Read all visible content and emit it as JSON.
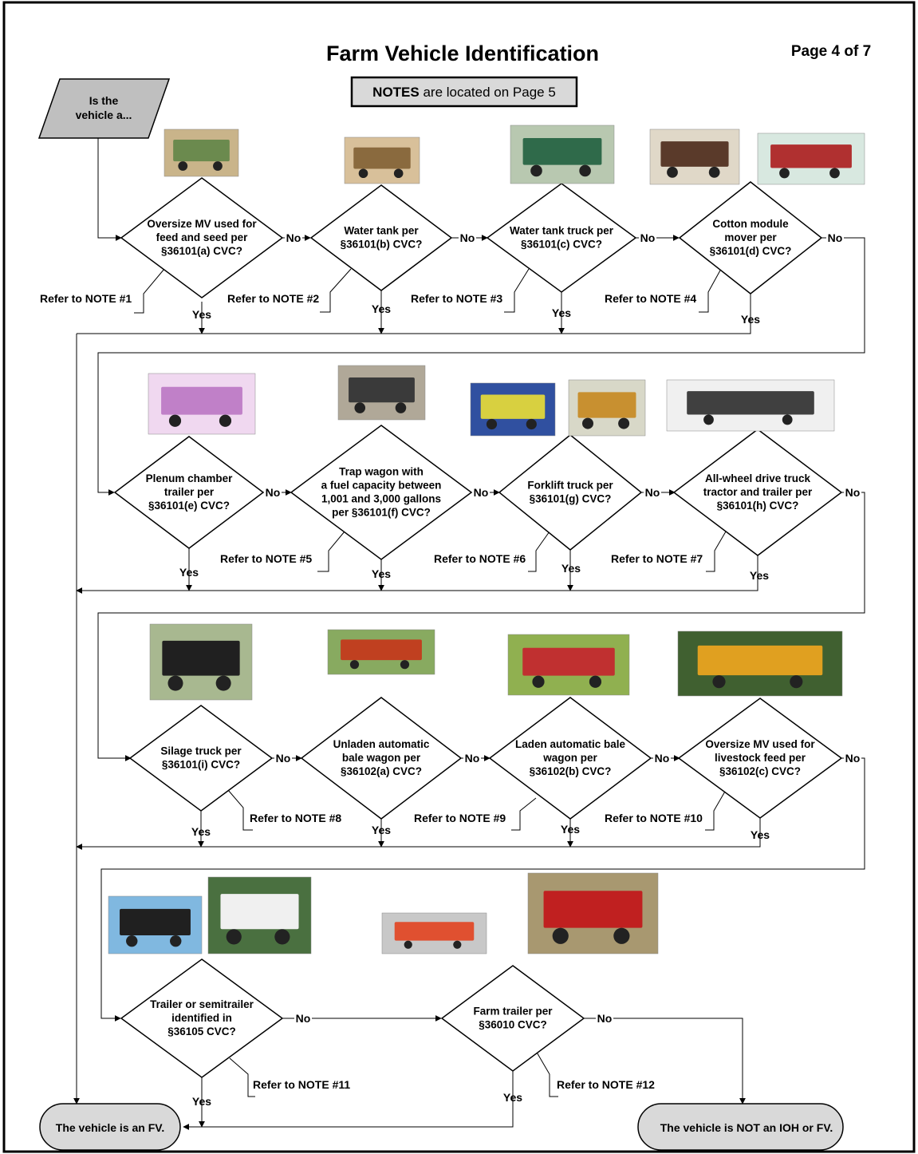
{
  "header": {
    "title": "Farm Vehicle Identification",
    "page": "Page 4 of 7",
    "notes_bold": "NOTES",
    "notes_rest": " are located on Page 5"
  },
  "start": {
    "lines": [
      "Is the",
      "vehicle a..."
    ]
  },
  "labels": {
    "yes": "Yes",
    "no": "No"
  },
  "decisions": [
    {
      "lines": [
        "Oversize MV used for",
        "feed and seed per",
        "§36101(a) CVC?"
      ],
      "note": "Refer to NOTE #1"
    },
    {
      "lines": [
        "Water tank per",
        "§36101(b) CVC?"
      ],
      "note": "Refer to NOTE #2"
    },
    {
      "lines": [
        "Water tank truck per",
        "§36101(c) CVC?"
      ],
      "note": "Refer to NOTE #3"
    },
    {
      "lines": [
        "Cotton module",
        "mover per",
        "§36101(d) CVC?"
      ],
      "note": "Refer to NOTE #4"
    },
    {
      "lines": [
        "Plenum chamber",
        "trailer per",
        "§36101(e) CVC?"
      ],
      "note": ""
    },
    {
      "lines": [
        "Trap wagon with",
        "a fuel capacity between",
        "1,001 and 3,000 gallons",
        "per §36101(f) CVC?"
      ],
      "note": "Refer to NOTE #5"
    },
    {
      "lines": [
        "Forklift truck per",
        "§36101(g) CVC?"
      ],
      "note": "Refer to NOTE #6"
    },
    {
      "lines": [
        "All-wheel drive truck",
        "tractor and trailer per",
        "§36101(h) CVC?"
      ],
      "note": "Refer to NOTE #7"
    },
    {
      "lines": [
        "Silage truck per",
        "§36101(i) CVC?"
      ],
      "note": "Refer to NOTE #8"
    },
    {
      "lines": [
        "Unladen automatic",
        "bale wagon per",
        "§36102(a) CVC?"
      ],
      "note": ""
    },
    {
      "lines": [
        "Laden automatic bale",
        "wagon per",
        "§36102(b) CVC?"
      ],
      "note": "Refer to NOTE #9"
    },
    {
      "lines": [
        "Oversize MV used for",
        "livestock feed per",
        "§36102(c) CVC?"
      ],
      "note": "Refer to NOTE #10"
    },
    {
      "lines": [
        "Trailer or semitrailer",
        "identified in",
        "§36105 CVC?"
      ],
      "note": "Refer to NOTE #11"
    },
    {
      "lines": [
        "Farm trailer per",
        "§36010 CVC?"
      ],
      "note": "Refer to NOTE #12"
    }
  ],
  "terminals": {
    "fv": "The vehicle is an FV.",
    "not_fv": "The vehicle is NOT an IOH or FV."
  },
  "photos": [
    "truck-photo",
    "tank-photo",
    "tank-truck-photo",
    "truck-photo",
    "module-mover-photo",
    "plenum-trailer-photo",
    "trap-wagon-photo",
    "forklift-photo",
    "forklift-photo",
    "tractor-trailer-photo",
    "silage-truck-photo",
    "bale-wagon-photo",
    "bale-wagon-photo",
    "feed-truck-photo",
    "lowboy-trailer-photo",
    "tank-trailer-photo",
    "flatbed-trailer-photo",
    "farm-trailer-photo"
  ]
}
